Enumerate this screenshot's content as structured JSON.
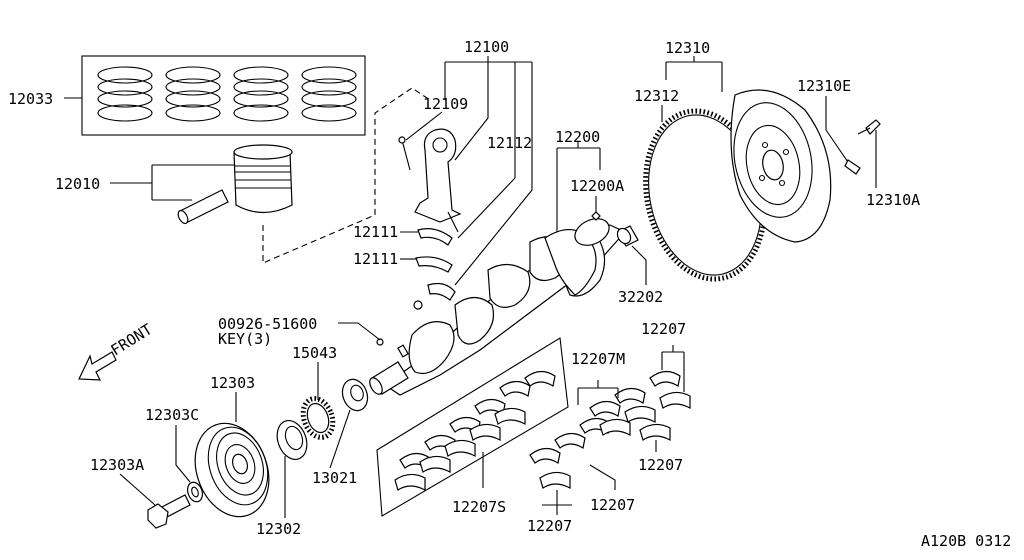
{
  "diagram": {
    "direction_label": "FRONT",
    "footer_code": "A120B 0312",
    "callouts": {
      "piston_ring_set": "12033",
      "piston": "12010",
      "connecting_rod_assy": "12100",
      "rod_bolt": "12109",
      "rod_nut": "12112",
      "rod_bearing_upper": "12111",
      "rod_bearing_lower": "12111",
      "crankshaft": "12200",
      "crank_plug": "12200A",
      "pilot_bushing": "32202",
      "woodruff_key_part": "00926-51600",
      "woodruff_key_qty": "KEY(3)",
      "flywheel_assy": "12310",
      "ring_gear": "12312",
      "flywheel_pin": "12310E",
      "flywheel_bolt": "12310A",
      "crank_pulley": "12303",
      "pulley_washer": "12303C",
      "pulley_bolt": "12303A",
      "front_oil_seal": "12302",
      "crank_sprocket": "15043",
      "oil_pump_drive_spacer": "13021",
      "main_bearing_std_set": "12207S",
      "main_bearing_m": "12207M",
      "main_bearing_a": "12207",
      "main_bearing_b": "12207",
      "main_bearing_c": "12207",
      "main_bearing_d": "12207"
    }
  }
}
